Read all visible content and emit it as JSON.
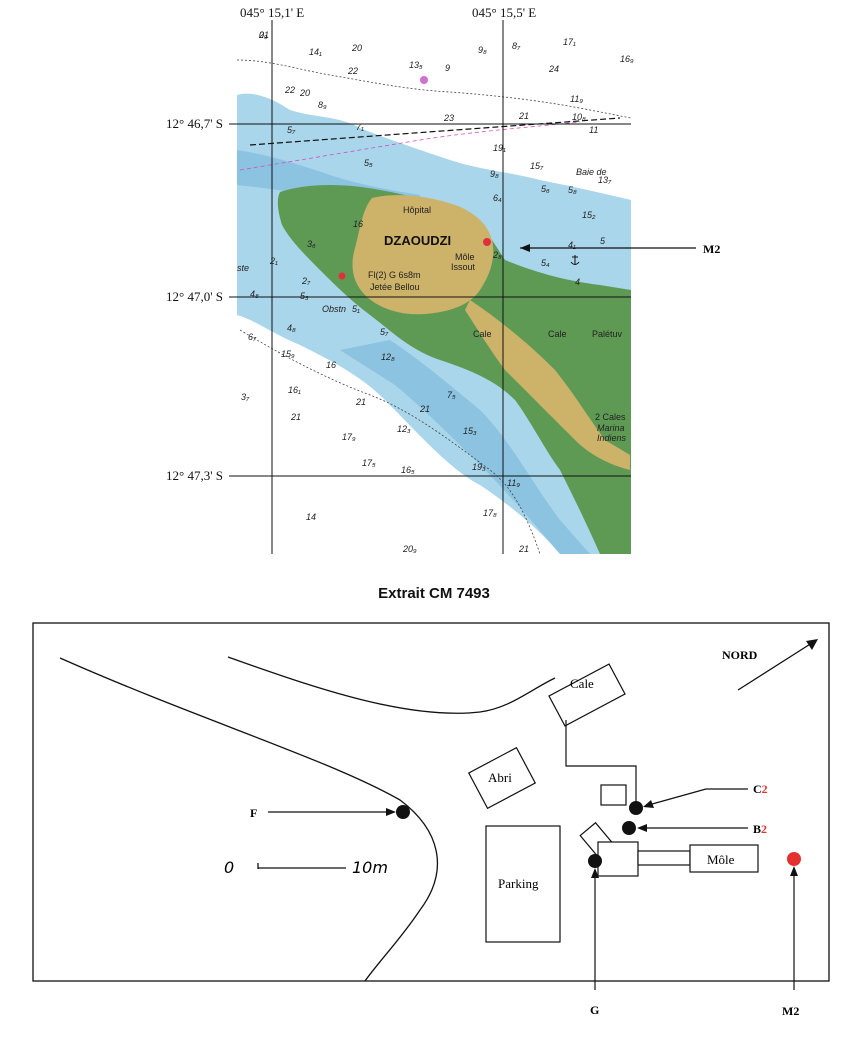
{
  "chart_map": {
    "lon_labels": [
      "045° 15,1' E",
      "045° 15,5' E"
    ],
    "lat_labels": [
      "12° 46,7' S",
      "12° 47,0' S",
      "12° 47,3' S"
    ],
    "island_name": "DZAOUDZI",
    "place_labels": [
      "Hôpital",
      "Môle",
      "Issout",
      "Fl(2) G 6s8m",
      "Jetée Bellou",
      "Cale",
      "Cale",
      "Palétuv",
      "2 Cales",
      "Baie de",
      "Obstn",
      "Marina",
      "Indiens",
      "ste"
    ],
    "m2_label": "M2",
    "caption": "Extrait CM 7493",
    "soundings": [
      "21",
      "14₁",
      "20",
      "22",
      "22",
      "20",
      "8₉",
      "13₅",
      "9",
      "9₈",
      "8₇",
      "17₁",
      "16₉",
      "24",
      "11₉",
      "11",
      "10₈",
      "23",
      "21",
      "19₁",
      "15₇",
      "5₈",
      "5₇",
      "7₁",
      "5₅",
      "9₈",
      "5₆",
      "13₇",
      "6₄",
      "15₂",
      "16",
      "5",
      "3₆",
      "2₁",
      "2₇",
      "2₈",
      "4₁",
      "5₄",
      "4",
      "4₈",
      "5₃",
      "5₁",
      "4₈",
      "5₇",
      "6₇",
      "15₉",
      "16",
      "12₈",
      "3₇",
      "16₁",
      "21",
      "21",
      "17₉",
      "12₃",
      "21",
      "15₃",
      "17₅",
      "16₅",
      "19₃",
      "14",
      "20₉",
      "21",
      "17₈",
      "11₉",
      "7₅",
      "0₉"
    ],
    "colors": {
      "land": "#cdb26a",
      "mangrove": "#5f9a55",
      "shallow": "#a9d6ea",
      "deep_band": "#8cc3e0",
      "ship_red": "#e0303a"
    }
  },
  "diagram": {
    "north_label": "NORD",
    "cale_label": "Cale",
    "abri_label": "Abri",
    "parking_label": "Parking",
    "mole_label": "Môle",
    "f_label": "F",
    "g_label": "G",
    "c_label_letter": "C",
    "c_label_digit": "2",
    "b_label_letter": "B",
    "b_label_digit": "2",
    "m2_label": "M2",
    "scale_zero": "0",
    "scale_ten": "10m",
    "colors": {
      "point": "#111111",
      "m2_point": "#e53030",
      "digit_red": "#e53030"
    }
  }
}
